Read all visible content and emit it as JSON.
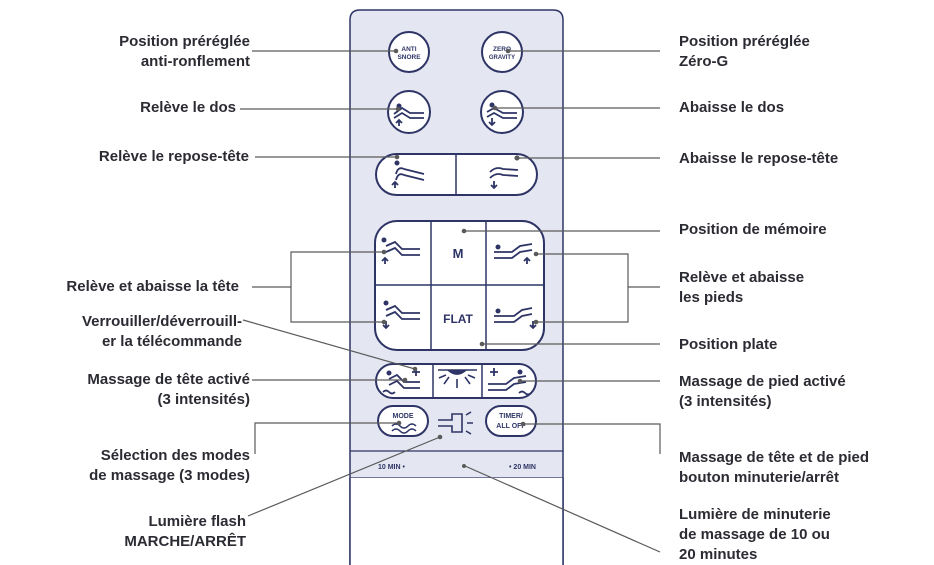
{
  "colors": {
    "remote_fill": "#e4e6f1",
    "stroke": "#2e3566",
    "line": "#5a5a5a",
    "text": "#2b2b33"
  },
  "buttons": {
    "anti_snore_1": "ANTI",
    "anti_snore_2": "SNORE",
    "zero_gravity_1": "ZERO",
    "zero_gravity_2": "GRAVITY",
    "memory": "M",
    "flat": "FLAT",
    "mode": "MODE",
    "timer_1": "TIMER/",
    "timer_2": "ALL OFF",
    "timer_10": "10 MIN •",
    "timer_20": "• 20 MIN"
  },
  "labels_left": {
    "anti_snore_1": "Position préréglée",
    "anti_snore_2": "anti-ronflement",
    "back_up": "Relève le dos",
    "headrest_up": "Relève le repose-tête",
    "head_up_down": "Relève et abaisse la tête",
    "lock_1": "Verrouiller/déverrouill-",
    "lock_2": "er la télécommande",
    "head_massage_1": "Massage de tête activé",
    "head_massage_2": "(3 intensités)",
    "mode_1": "Sélection des modes",
    "mode_2": "de massage (3 modes)",
    "flash_1": "Lumière flash",
    "flash_2": "MARCHE/ARRÊT"
  },
  "labels_right": {
    "zero_g_1": "Position préréglée",
    "zero_g_2": "Zéro-G",
    "back_down": "Abaisse le dos",
    "headrest_down": "Abaisse le repose-tête",
    "memory": "Position de mémoire",
    "feet_up_down_1": "Relève et abaisse",
    "feet_up_down_2": "les pieds",
    "flat": "Position plate",
    "foot_massage_1": "Massage de pied activé",
    "foot_massage_2": "(3 intensités)",
    "timer_off_1": "Massage de tête et de pied",
    "timer_off_2": "bouton minuterie/arrêt",
    "timer_light_1": "Lumière de minuterie",
    "timer_light_2": "de massage de 10 ou",
    "timer_light_3": "20 minutes"
  }
}
